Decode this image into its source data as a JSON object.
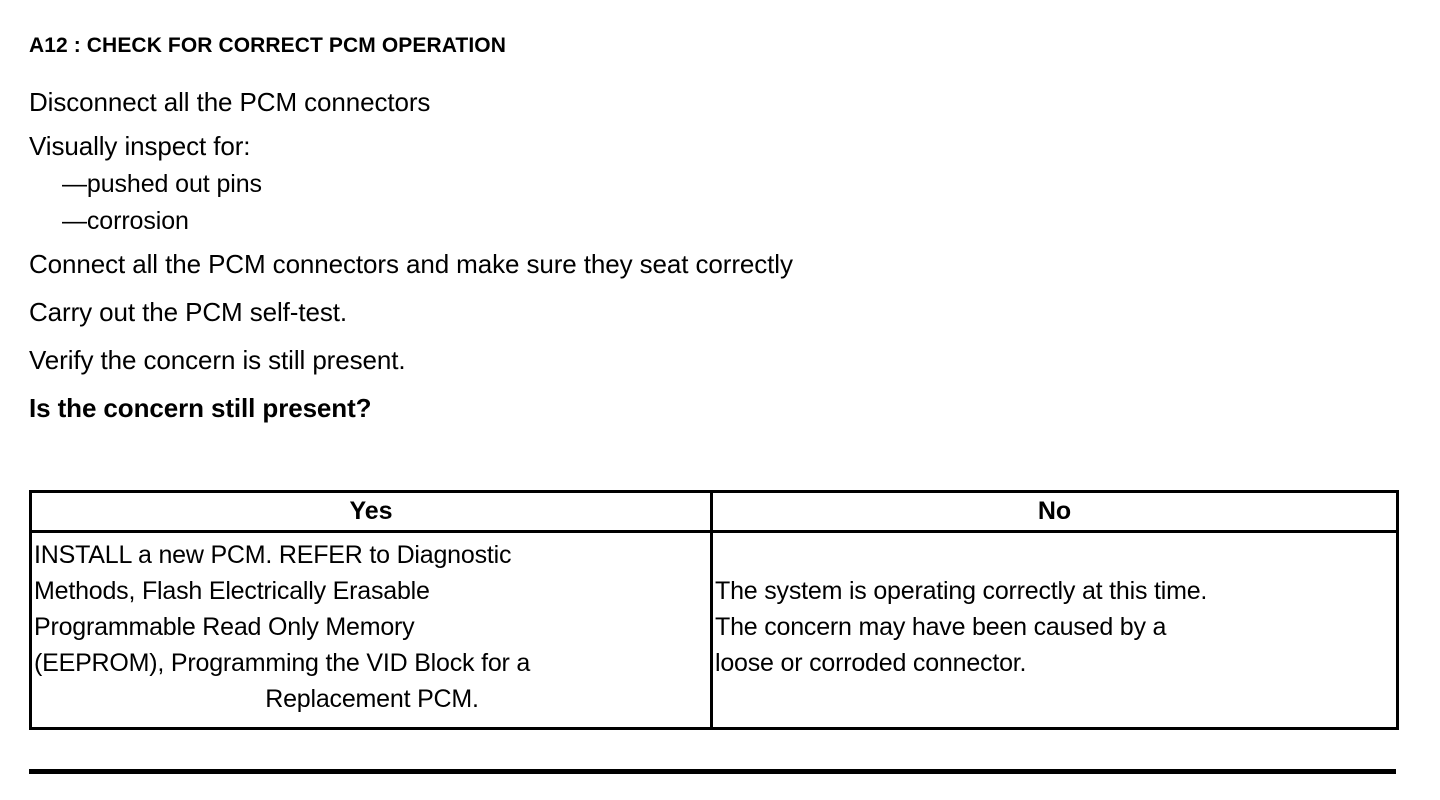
{
  "document": {
    "title": "A12 : CHECK FOR CORRECT PCM OPERATION",
    "steps": [
      {
        "text": "Disconnect all the PCM connectors",
        "bold": false
      },
      {
        "text": "Visually inspect for:",
        "bold": false
      }
    ],
    "sub_items": [
      "—pushed out pins",
      "—corrosion"
    ],
    "steps_after": [
      {
        "text": "Connect all the PCM connectors and make sure they seat correctly",
        "bold": false
      },
      {
        "text": "Carry out the PCM self-test.",
        "bold": false
      },
      {
        "text": "Verify the concern is still present.",
        "bold": false
      },
      {
        "text": "Is the concern still present?",
        "bold": true
      }
    ],
    "table": {
      "headers": [
        "Yes",
        "No"
      ],
      "yes_cell_lines": [
        "INSTALL a new PCM. REFER to Diagnostic",
        "Methods, Flash Electrically Erasable",
        "Programmable Read Only Memory",
        "(EEPROM), Programming the VID Block for a",
        "Replacement PCM."
      ],
      "no_cell_lines": [
        "The system is operating correctly at this time.",
        "The concern may have been caused by a",
        "loose or corroded connector."
      ]
    }
  },
  "colors": {
    "ink": "#000000",
    "paper": "#ffffff"
  }
}
